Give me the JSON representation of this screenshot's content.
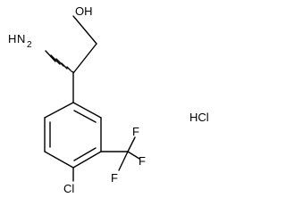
{
  "molecule": {
    "atoms": {
      "oh": "OH",
      "nh2_h": "H",
      "nh2_n": "N",
      "nh2_sub": "2",
      "cl": "Cl",
      "f_top": "F",
      "f_right": "F",
      "f_bottom": "F"
    },
    "salt": "HCl",
    "stereo_center": "wedge-dashed (hashed bond to NH2)",
    "colors": {
      "bond": "#000000",
      "text": "#000000",
      "background": "#ffffff"
    }
  }
}
